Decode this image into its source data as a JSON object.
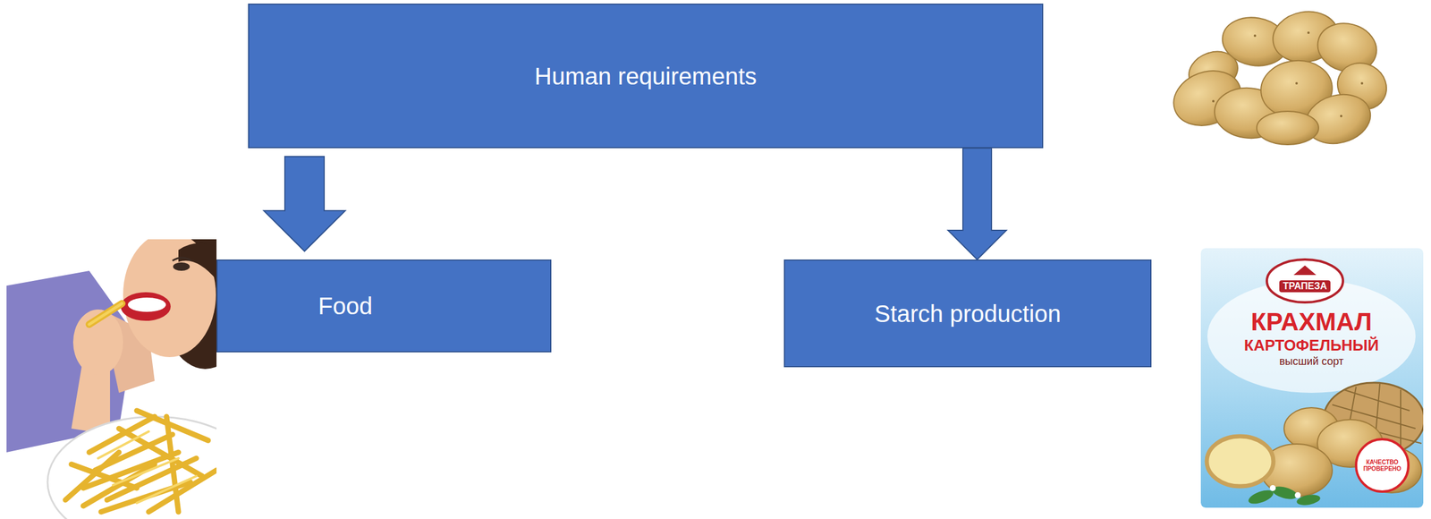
{
  "diagram": {
    "nodes": [
      {
        "text": [
          "Human requirements"
        ]
      },
      {
        "text": [
          "Food"
        ]
      },
      {
        "text": [
          "Starch production"
        ]
      }
    ],
    "edges": [
      {
        "from": 0,
        "to": 1,
        "arrow": "to"
      },
      {
        "from": 0,
        "to": 2,
        "arrow": "to"
      }
    ],
    "labels": [
      "ТРАПЕЗА",
      "КРАХМАЛ",
      "КАРТОФЕЛЬНЫЙ",
      "высший сорт",
      "КАЧЕСТВО ПРОВЕРЕНО"
    ]
  }
}
